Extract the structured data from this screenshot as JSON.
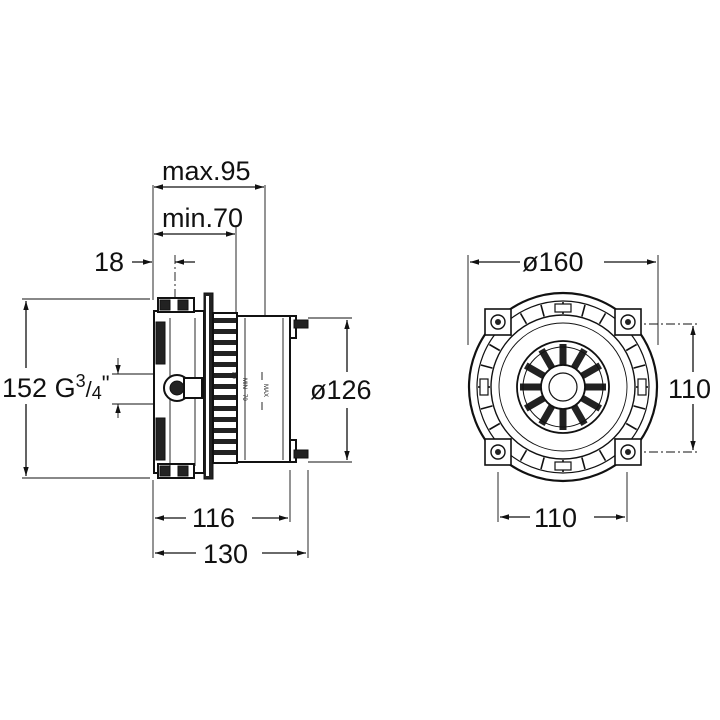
{
  "side_view": {
    "dim_max": "max.95",
    "dim_min": "min.70",
    "dim_18": "18",
    "dim_152": "152",
    "thread": "G",
    "thread_num": "3",
    "thread_den": "4",
    "inch": "\"",
    "dim_126": "ø126",
    "dim_116": "116",
    "dim_130": "130",
    "mark_min": "MIN",
    "mark_max": "MAX",
    "mark_70": "70",
    "mark_80": "80"
  },
  "front_view": {
    "dim_160": "ø160",
    "dim_110_vertical": "110",
    "dim_110_horizontal": "110"
  }
}
